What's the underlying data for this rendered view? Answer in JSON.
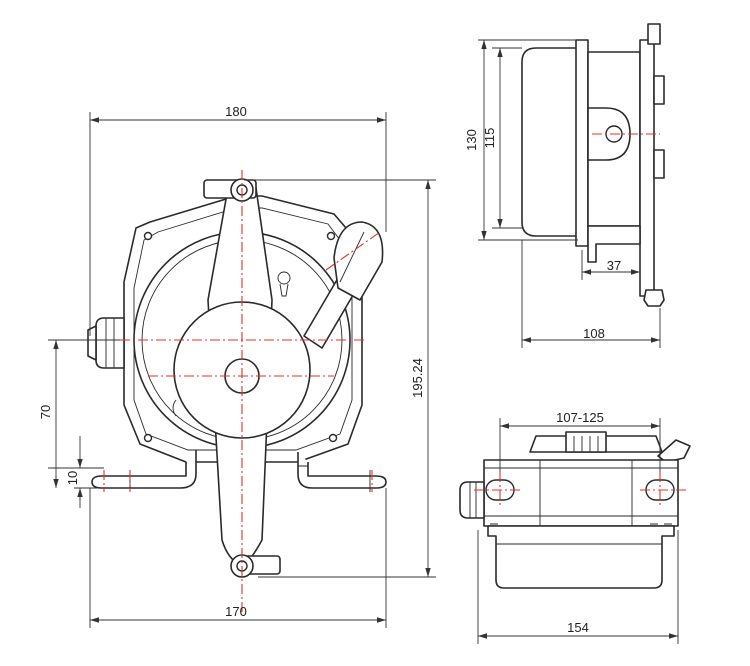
{
  "dimensions": {
    "front_width_top": "180",
    "front_width_bottom": "170",
    "front_height": "195.24",
    "front_offset_70": "70",
    "front_offset_10": "10",
    "side_height_130": "130",
    "side_height_115": "115",
    "side_depth_37": "37",
    "side_depth_108": "108",
    "bottom_range": "107-125",
    "bottom_width": "154"
  },
  "colors": {
    "outline": "#2a2a2a",
    "centerline": "#e0322e",
    "dimension": "#333333"
  }
}
